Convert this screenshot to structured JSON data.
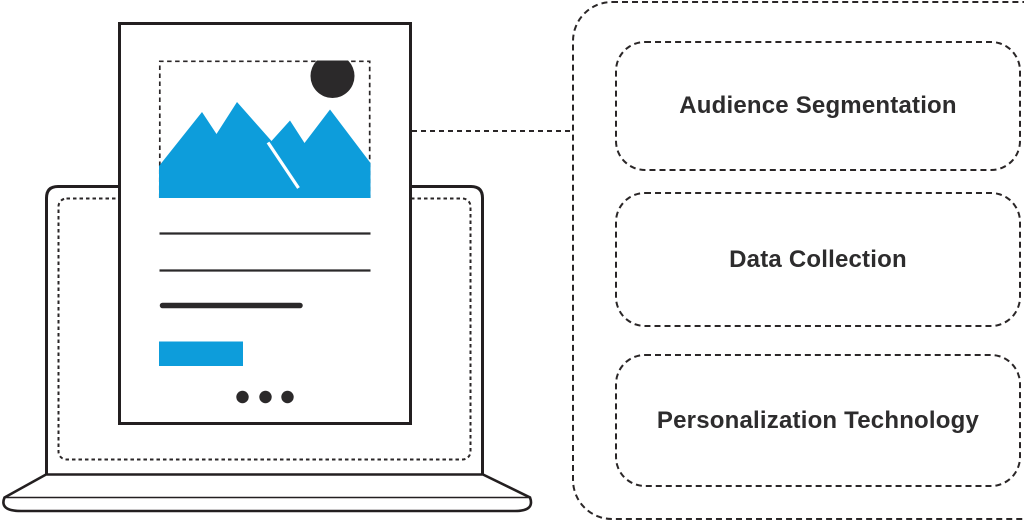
{
  "panel": {
    "boxes": [
      {
        "label": "Audience Segmentation"
      },
      {
        "label": "Data Collection"
      },
      {
        "label": "Personalization Technology"
      }
    ]
  },
  "colors": {
    "accent_blue": "#0d9ddb",
    "outline_dark": "#231f20",
    "dark_fill": "#2b292a",
    "label_text": "#2d2c2d"
  }
}
